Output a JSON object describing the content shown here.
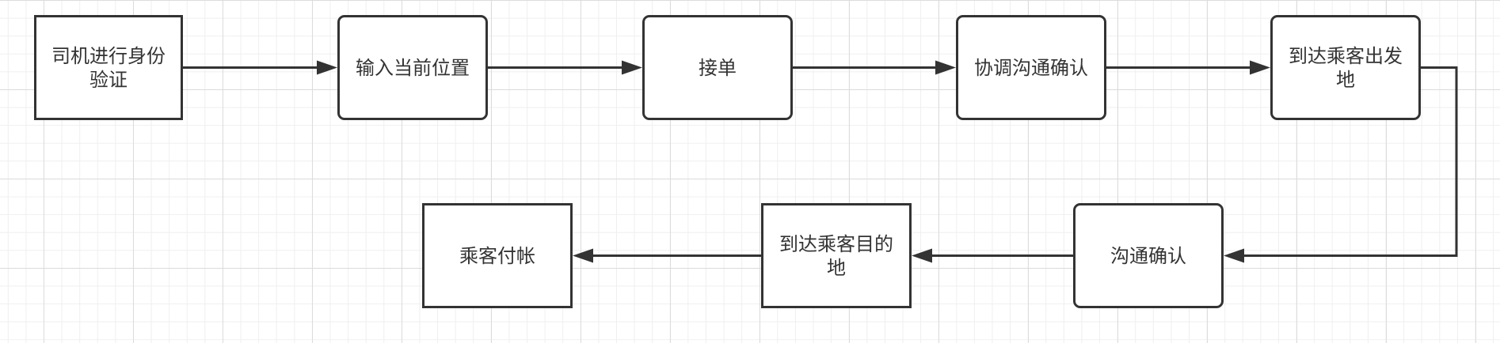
{
  "diagram": {
    "colors": {
      "stroke": "#333333",
      "text": "#333333",
      "node_fill": "#ffffff",
      "grid_major": "#dcdcdc",
      "grid_minor": "#efefef"
    },
    "nodes": [
      {
        "id": "driver-verify",
        "label": "司机进行身份验证",
        "shape": "rectangle"
      },
      {
        "id": "enter-location",
        "label": "输入当前位置",
        "shape": "rounded-rectangle"
      },
      {
        "id": "accept-order",
        "label": "接单",
        "shape": "rounded-rectangle"
      },
      {
        "id": "coordinate-confirm",
        "label": "协调沟通确认",
        "shape": "rounded-rectangle"
      },
      {
        "id": "arrive-pickup",
        "label": "到达乘客出发地",
        "shape": "rounded-rectangle"
      },
      {
        "id": "communicate-confirm",
        "label": "沟通确认",
        "shape": "rounded-rectangle"
      },
      {
        "id": "arrive-destination",
        "label": "到达乘客目的地",
        "shape": "rectangle"
      },
      {
        "id": "passenger-pays",
        "label": "乘客付帐",
        "shape": "rectangle"
      }
    ],
    "edges": [
      {
        "from": "driver-verify",
        "to": "enter-location"
      },
      {
        "from": "enter-location",
        "to": "accept-order"
      },
      {
        "from": "accept-order",
        "to": "coordinate-confirm"
      },
      {
        "from": "coordinate-confirm",
        "to": "arrive-pickup"
      },
      {
        "from": "arrive-pickup",
        "to": "communicate-confirm"
      },
      {
        "from": "communicate-confirm",
        "to": "arrive-destination"
      },
      {
        "from": "arrive-destination",
        "to": "passenger-pays"
      }
    ]
  }
}
